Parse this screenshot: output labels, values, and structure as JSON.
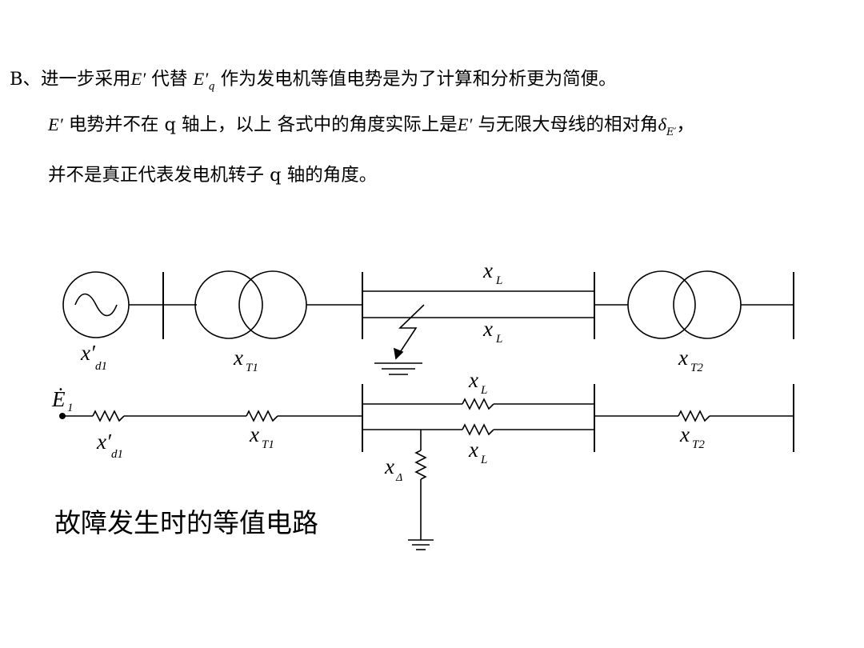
{
  "text": {
    "line1_a": "B、进一步采用",
    "line1_sym1": "E′",
    "line1_b": " 代替 ",
    "line1_sym2": "E′",
    "line1_sym2_sub": "q",
    "line1_c": " 作为发电机等值电势是为了计算和分析更为简便。",
    "line2_sym1": "E′",
    "line2_a": " 电势并不在 q 轴上，以上 各式中的角度实际上是",
    "line2_sym2": "E′",
    "line2_b": " 与无限大母线的相对角",
    "line2_sym3": "δ",
    "line2_sym3_sub": "E′",
    "line2_c": "，",
    "line3": "并不是真正代表发电机转子 q 轴的角度。"
  },
  "caption": "故障发生时的等值电路",
  "labels": {
    "xl_top": "x",
    "xl_top_sub": "L",
    "xl_bottom": "x",
    "xl_bottom_sub": "L",
    "xd1": "x′",
    "xd1_sub": "d1",
    "xt1": "x",
    "xt1_sub": "T1",
    "xt2": "x",
    "xt2_sub": "T2",
    "e1": "Ė",
    "e1_sub": "1",
    "r_xl_top": "x",
    "r_xl_top_sub": "L",
    "r_xl_bottom": "x",
    "r_xl_bottom_sub": "L",
    "r_xd1": "x′",
    "r_xd1_sub": "d1",
    "r_xt1": "x",
    "r_xt1_sub": "T1",
    "r_xt2": "x",
    "r_xt2_sub": "T2",
    "r_xdelta": "x",
    "r_xdelta_sub": "Δ"
  }
}
